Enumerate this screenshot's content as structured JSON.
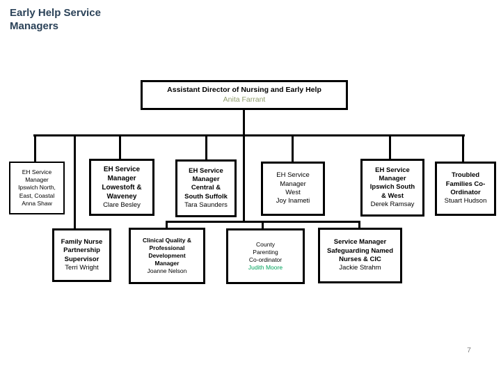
{
  "page": {
    "title": "Early Help Service\nManagers",
    "page_number": "7"
  },
  "colors": {
    "title": "#2b4258",
    "director-name": "#8f9c6d",
    "highlight-name": "#00a35c",
    "line": "#000000",
    "page-number": "#808080"
  },
  "org": {
    "director": {
      "title": "Assistant Director of Nursing and Early Help",
      "name": "Anita Farrant"
    },
    "row2": [
      {
        "title_lines": [
          "EH Service",
          "Manager",
          "Ipswich North,",
          "East, Coastal"
        ],
        "name": "Anna Shaw"
      },
      {
        "title_lines": [
          "EH Service",
          "Manager",
          "Lowestoft &",
          "Waveney"
        ],
        "name": "Clare Besley"
      },
      {
        "title_lines": [
          "EH Service",
          "Manager",
          "Central &",
          "South Suffolk"
        ],
        "name": "Tara Saunders"
      },
      {
        "title_lines": [
          "EH Service",
          "Manager",
          "West"
        ],
        "name": "Joy Inameti"
      },
      {
        "title_lines": [
          "EH Service",
          "Manager",
          "Ipswich South",
          "& West"
        ],
        "name": "Derek Ramsay"
      },
      {
        "title_lines": [
          "Troubled",
          "Families Co-",
          "Ordinator"
        ],
        "name": "Stuart Hudson"
      }
    ],
    "row3": [
      {
        "title_lines": [
          "Family Nurse",
          "Partnership",
          "Supervisor"
        ],
        "name": "Terri Wright"
      },
      {
        "title_lines": [
          "Clinical Quality &",
          "Professional",
          "Development",
          "Manager"
        ],
        "name": "Joanne Nelson"
      },
      {
        "title_lines": [
          "County",
          "Parenting",
          "Co-ordinator"
        ],
        "name": "Judith Moore"
      },
      {
        "title_lines": [
          "Service Manager",
          "Safeguarding Named",
          "Nurses & CIC"
        ],
        "name": "Jackie Strahm"
      }
    ]
  }
}
